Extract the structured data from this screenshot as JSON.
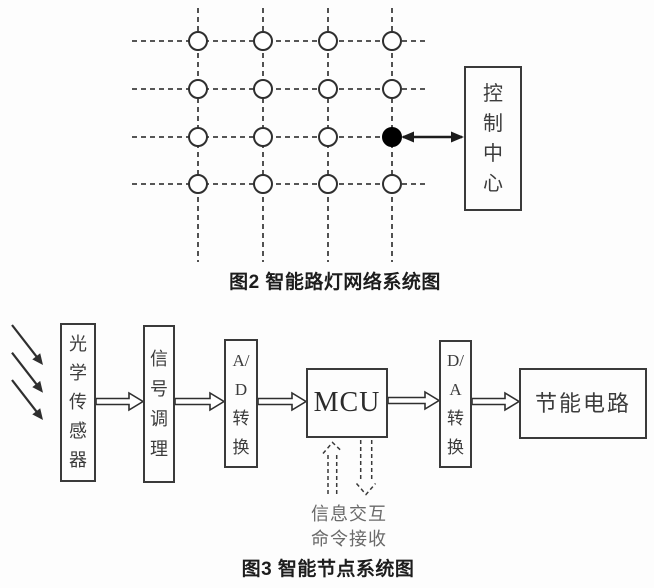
{
  "figure2": {
    "caption": "图2 智能路灯网络系统图",
    "grid": {
      "rows": 4,
      "cols": 4,
      "node_total": 16,
      "active_node": {
        "row": 3,
        "col": 4
      }
    },
    "control_center": {
      "label": "控制中心",
      "lines": [
        "控",
        "制",
        "中",
        "心"
      ]
    }
  },
  "figure3": {
    "caption": "图3 智能节点系统图",
    "boxes": [
      {
        "id": "optical-sensor",
        "label": "光学传感器",
        "lines": [
          "光",
          "学",
          "传",
          "感",
          "器"
        ]
      },
      {
        "id": "signal-conditioning",
        "label": "信号调理",
        "lines": [
          "信",
          "号",
          "调",
          "理"
        ]
      },
      {
        "id": "ad-converter",
        "label": "A/D转换",
        "lines": [
          "A/",
          "D",
          "转",
          "换"
        ]
      },
      {
        "id": "mcu",
        "label": "MCU",
        "lines": [
          "MCU"
        ]
      },
      {
        "id": "da-converter",
        "label": "D/A转换",
        "lines": [
          "D/",
          "A",
          "转",
          "换"
        ]
      },
      {
        "id": "energy-saving-circuit",
        "label": "节能电路",
        "lines": [
          "节能电路"
        ]
      }
    ],
    "annotations": {
      "line1": "信息交互",
      "line2": "命令接收"
    }
  },
  "colors": {
    "background": "#fdfdfd",
    "line": "#2f2f2f",
    "box_border": "#3a3a3a",
    "box_text": "#3c3c3c",
    "caption_text": "#1d1d1d",
    "annotation_text": "#6a6a6a",
    "active_node_fill": "#000000"
  }
}
